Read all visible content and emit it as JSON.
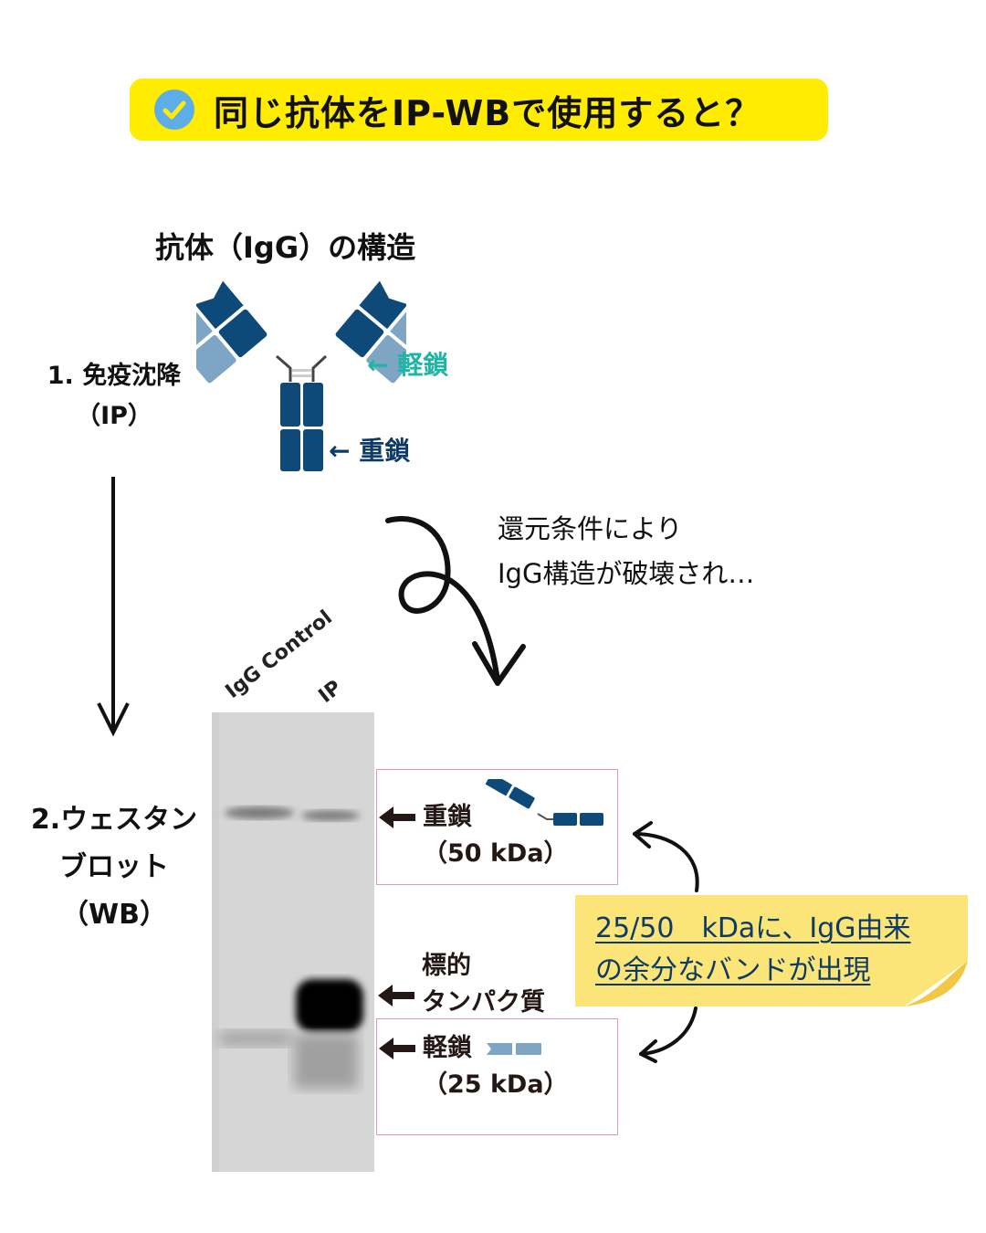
{
  "title": {
    "icon": "check-circle-icon",
    "text": "同じ抗体をIP-WBで使用すると？",
    "bg_color": "#ffec00",
    "icon_color": "#5daee8"
  },
  "structure": {
    "title": "抗体（IgG）の構造",
    "light_chain_label": "← 軽鎖",
    "heavy_chain_label": "← 重鎖",
    "colors": {
      "heavy": "#0d4a7a",
      "light": "#7ea6c4",
      "light_label": "#1fb5a5",
      "heavy_label": "#0d3b66"
    }
  },
  "steps": {
    "step1_line1": "1. 免疫沈降",
    "step1_line2": "（IP）",
    "step2_line1": "2.ウェスタン",
    "step2_line2": "ブロット",
    "step2_line3": "（WB）"
  },
  "reduce_note": {
    "line1": "還元条件により",
    "line2": "IgG構造が破壊され…"
  },
  "blot": {
    "lanes": [
      "IgG Control",
      "IP"
    ],
    "bands": [
      {
        "label_line1": "重鎖",
        "label_line2": "（50 kDa）"
      },
      {
        "label_line1": "標的",
        "label_line2": "タンパク質"
      },
      {
        "label_line1": "軽鎖",
        "label_line2": "（25 kDa）"
      }
    ],
    "arrow": "🡐"
  },
  "callout": {
    "line1": "25/50　kDaに、IgG由来",
    "line2": "の余分なバンドが出現"
  }
}
